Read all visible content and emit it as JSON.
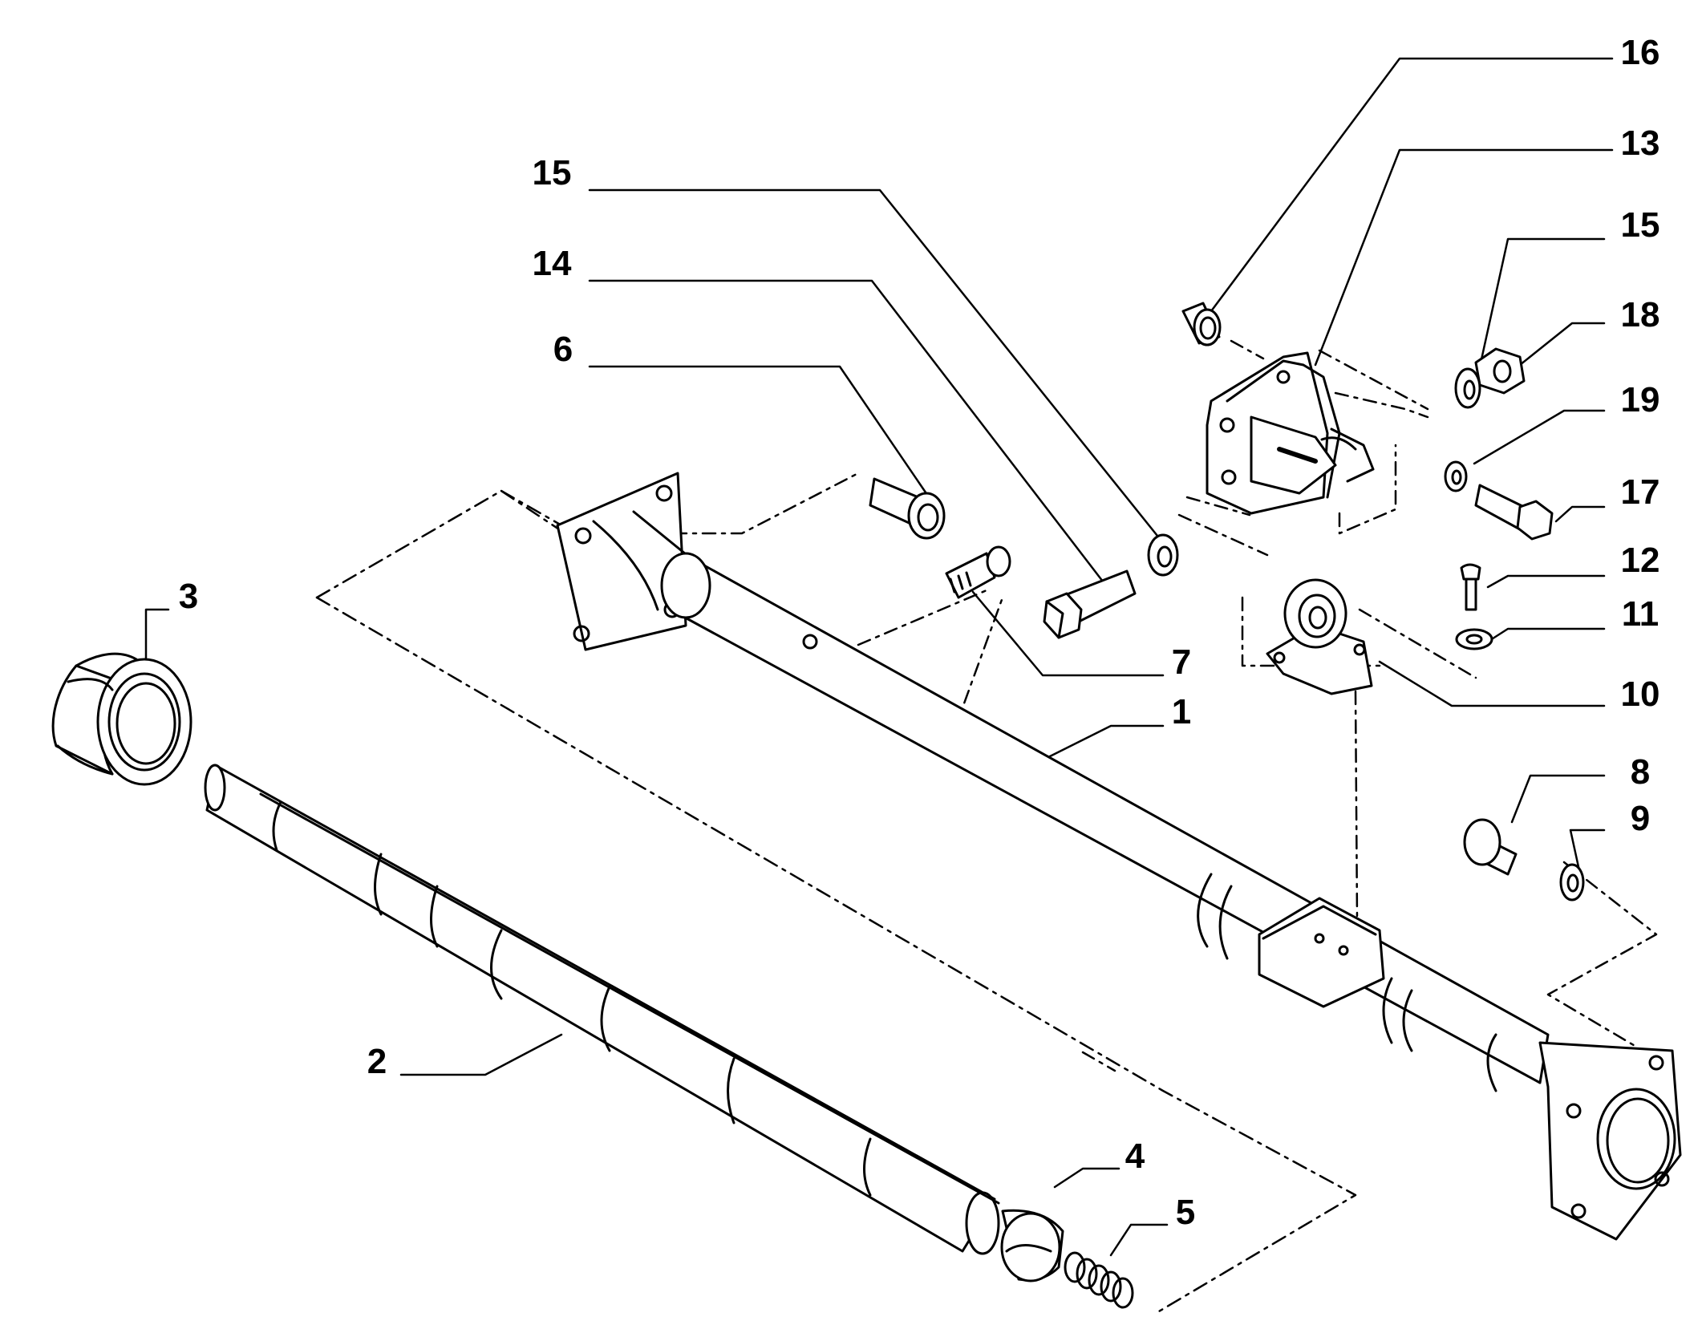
{
  "diagram": {
    "ink_color": "#000000",
    "paper_color": "#ffffff",
    "callouts": [
      {
        "id": "c16",
        "label": "16"
      },
      {
        "id": "c13",
        "label": "13"
      },
      {
        "id": "c15a",
        "label": "15"
      },
      {
        "id": "c15b",
        "label": "15"
      },
      {
        "id": "c14",
        "label": "14"
      },
      {
        "id": "c18",
        "label": "18"
      },
      {
        "id": "c6",
        "label": "6"
      },
      {
        "id": "c19",
        "label": "19"
      },
      {
        "id": "c17",
        "label": "17"
      },
      {
        "id": "c12",
        "label": "12"
      },
      {
        "id": "c3",
        "label": "3"
      },
      {
        "id": "c11",
        "label": "11"
      },
      {
        "id": "c7",
        "label": "7"
      },
      {
        "id": "c10",
        "label": "10"
      },
      {
        "id": "c1",
        "label": "1"
      },
      {
        "id": "c8",
        "label": "8"
      },
      {
        "id": "c9",
        "label": "9"
      },
      {
        "id": "c2",
        "label": "2"
      },
      {
        "id": "c4",
        "label": "4"
      },
      {
        "id": "c5",
        "label": "5"
      }
    ]
  }
}
